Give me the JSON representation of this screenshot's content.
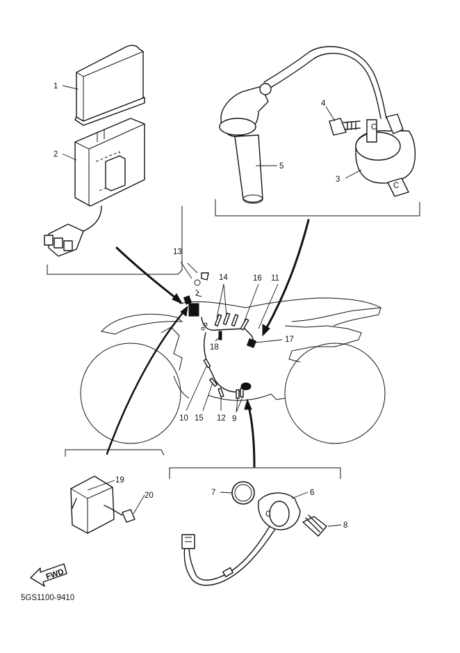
{
  "diagram": {
    "code": "5GS1100-9410",
    "fwd_label": "FWD",
    "callouts": [
      "1",
      "2",
      "3",
      "4",
      "5",
      "6",
      "7",
      "8",
      "9",
      "10",
      "11",
      "12",
      "13",
      "14",
      "15",
      "16",
      "17",
      "18",
      "19",
      "20"
    ],
    "parts": {
      "p1": "cover",
      "p2": "cdi-unit",
      "p3": "ignition-coil",
      "p4": "coil-bolt",
      "p5": "spark-plug-cap",
      "p6": "neutral-switch",
      "p7": "o-ring",
      "p8": "screw",
      "p19": "rectifier-regulator",
      "p20": "bolt"
    }
  }
}
